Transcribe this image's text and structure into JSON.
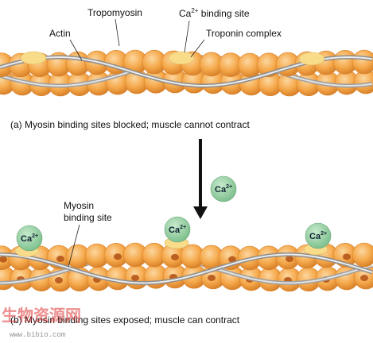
{
  "panel_a": {
    "labels": {
      "tropomyosin": "Tropomyosin",
      "actin": "Actin",
      "ca_site": "Ca",
      "ca_site_sup": "2+",
      "ca_site_rest": " binding site",
      "troponin": "Troponin complex"
    },
    "caption": "(a) Myosin binding sites blocked; muscle cannot contract"
  },
  "free_ion": {
    "text": "Ca",
    "sup": "2+"
  },
  "panel_b": {
    "labels": {
      "myosin_site_line1": "Myosin",
      "myosin_site_line2": "binding site"
    },
    "ca_ions": [
      {
        "text": "Ca",
        "sup": "2+"
      },
      {
        "text": "Ca",
        "sup": "2+"
      },
      {
        "text": "Ca",
        "sup": "2+"
      }
    ],
    "caption": "(b) Myosin binding sites exposed; muscle can contract"
  },
  "watermark": {
    "text": "生物资源网",
    "url": "www.bibio.com"
  },
  "colors": {
    "actin_fill": "#f5a84a",
    "actin_edge": "#d9822b",
    "binding_site": "#b5561a",
    "tropomyosin": "#bdbdbd",
    "troponin": "#f9dc8a",
    "calcium": "#8fce9c"
  }
}
